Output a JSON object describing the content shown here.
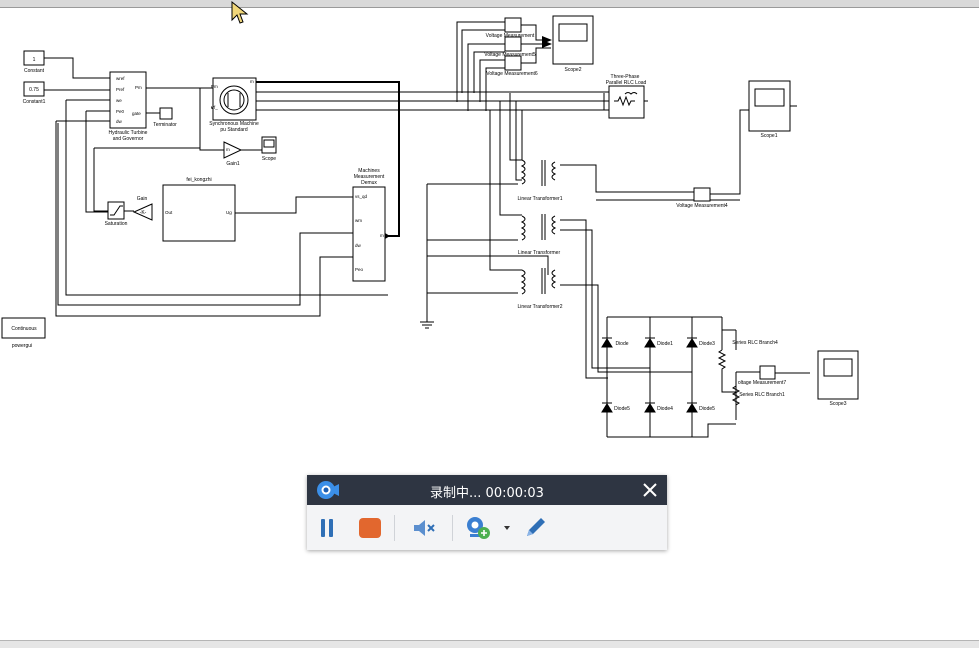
{
  "diagram": {
    "constant": {
      "value": "1",
      "name": "Constant"
    },
    "constant1": {
      "value": "0.75",
      "name": "Constant1"
    },
    "turbine": {
      "name1": "Hydraulic Turbine",
      "name2": "and Governor",
      "ports_in": [
        "wref",
        "Pref",
        "we",
        "Pe0",
        "dw"
      ],
      "ports_out": [
        "Pm",
        "gate"
      ]
    },
    "terminator": {
      "name": "Terminator"
    },
    "machine": {
      "name1": "Synchronous Machine",
      "name2": "pu Standard",
      "ports": [
        "Pm",
        "Vf_",
        "m"
      ]
    },
    "gain1": {
      "name": "Gain1",
      "port": "m"
    },
    "scope": {
      "name": "Scope"
    },
    "controller": {
      "name": "fei_kongzhi",
      "out_port": "Out",
      "in_port": "Ug"
    },
    "gain": {
      "name": "Gain",
      "value": "-K-"
    },
    "saturation": {
      "name": "Saturation"
    },
    "demux": {
      "name1": "Machines",
      "name2": "Measurement",
      "name3": "Demux",
      "ports": [
        "vs_qd",
        "wm",
        "dw",
        "Peo",
        "m"
      ]
    },
    "powergui": {
      "label": "Continuous",
      "name": "powergui"
    },
    "vm_top": {
      "names": [
        "Voltage Measurement",
        "Voltage Measurement5",
        "Voltage Measurement6"
      ]
    },
    "scope2": {
      "name": "Scope2"
    },
    "rlc_load": {
      "name1": "Three-Phase",
      "name2": "Parallel RLC Load"
    },
    "scope1": {
      "name": "Scope1"
    },
    "transformers": [
      "Linear Transformer1",
      "Linear Transformer",
      "Linear Transformer2"
    ],
    "vm4": {
      "name": "Voltage Measurement4"
    },
    "diodes_top": [
      "Diode",
      "Diode1",
      "Diode3"
    ],
    "diodes_bottom": [
      "Diode5",
      "Diode4",
      "Diode5"
    ],
    "series_rlc4": {
      "name": "Series RLC Branch4"
    },
    "vm7": {
      "name": "oltage Measurement7"
    },
    "series_rlc1": {
      "name": "Series RLC Branch1"
    },
    "scope3": {
      "name": "Scope3"
    }
  },
  "recorder": {
    "status": "录制中... 00:00:03",
    "icons": {
      "logo": "camera-logo-icon",
      "close": "close-icon",
      "pause": "pause-icon",
      "stop": "stop-icon",
      "mute": "speaker-muted-icon",
      "webcam": "webcam-add-icon",
      "dropdown": "chevron-down-icon",
      "pen": "pen-icon"
    },
    "colors": {
      "header": "#2e3542",
      "accent": "#2f6fb6",
      "stop": "#e2672e"
    }
  }
}
